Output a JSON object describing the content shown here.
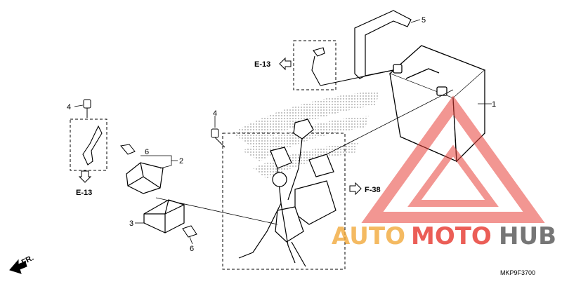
{
  "diagram": {
    "callouts": {
      "battery": "1",
      "relay": "2",
      "fuse_box": "3",
      "bolt_left": "4",
      "bolt_center": "4",
      "battery_band": "5",
      "fuse_top": "6",
      "fuse_bottom": "6"
    },
    "refs": {
      "e13_top": "E-13",
      "e13_left": "E-13",
      "f38": "F-38"
    },
    "direction_label": "FR.",
    "part_code": "MKP9F3700"
  },
  "watermark": {
    "text_auto": "AUTO",
    "text_moto": "MOTO",
    "text_hub": "HUB",
    "color_primary": "#e8423a",
    "color_secondary": "#f2a93b",
    "color_tertiary": "#555555"
  }
}
